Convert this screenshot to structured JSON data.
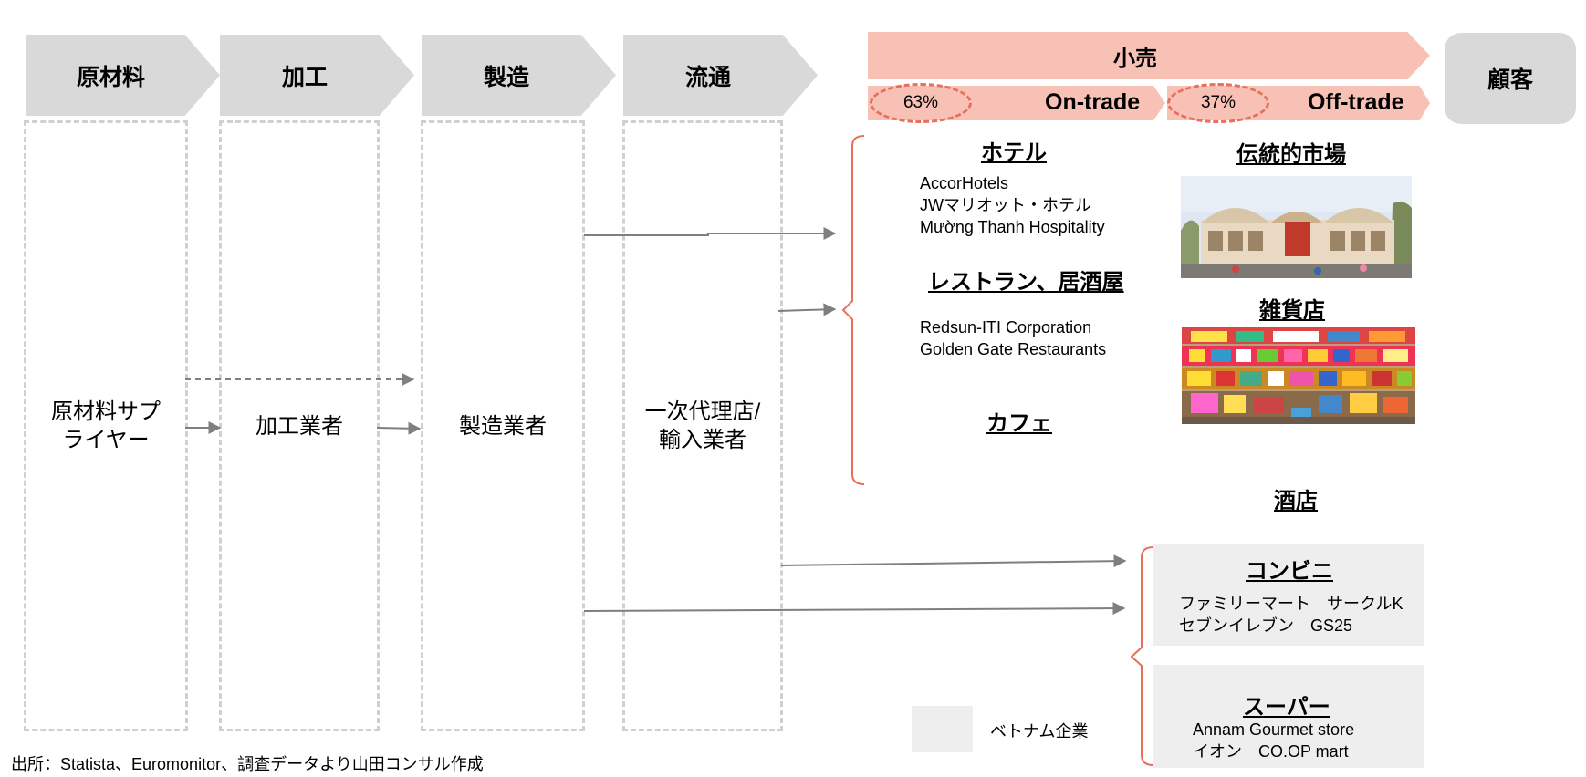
{
  "stages": [
    {
      "label": "原材料",
      "box_text": "原材料サプ\nライヤー"
    },
    {
      "label": "加工",
      "box_text": "加工業者"
    },
    {
      "label": "製造",
      "box_text": "製造業者"
    },
    {
      "label": "流通",
      "box_text": "一次代理店/\n輸入業者"
    }
  ],
  "retail": {
    "title": "小売",
    "on_trade": {
      "label": "On-trade",
      "share": "63%"
    },
    "off_trade": {
      "label": "Off-trade",
      "share": "37%"
    }
  },
  "customer": {
    "label": "顧客"
  },
  "on_trade_channels": {
    "hotel": {
      "title": "ホテル",
      "examples": "AccorHotels\nJWマリオット・ホテル\nMường Thanh Hospitality"
    },
    "restaurant": {
      "title": "レストラン、居酒屋",
      "examples": "Redsun-ITI Corporation\nGolden Gate Restaurants"
    },
    "cafe": {
      "title": "カフェ"
    }
  },
  "off_trade_channels": {
    "market": {
      "title": "伝統的市場"
    },
    "grocery": {
      "title": "雑貨店"
    },
    "liquor": {
      "title": "酒店"
    },
    "convenience": {
      "title": "コンビニ",
      "examples": "ファミリーマート　サークルK\nセブンイレブン　GS25"
    },
    "supermarket": {
      "title": "スーパー",
      "examples": "Annam Gourmet store\nイオン　CO.OP mart"
    }
  },
  "legend": {
    "label": "ベトナム企業",
    "color": "#eeeeee"
  },
  "source": "出所：Statista、Euromonitor、調査データより山田コンサル作成",
  "colors": {
    "stage_gray": "#d9d9d9",
    "retail_pink": "#f8c1b6",
    "accent_orange": "#e8705a",
    "arrow_gray": "#7f7f7f"
  }
}
